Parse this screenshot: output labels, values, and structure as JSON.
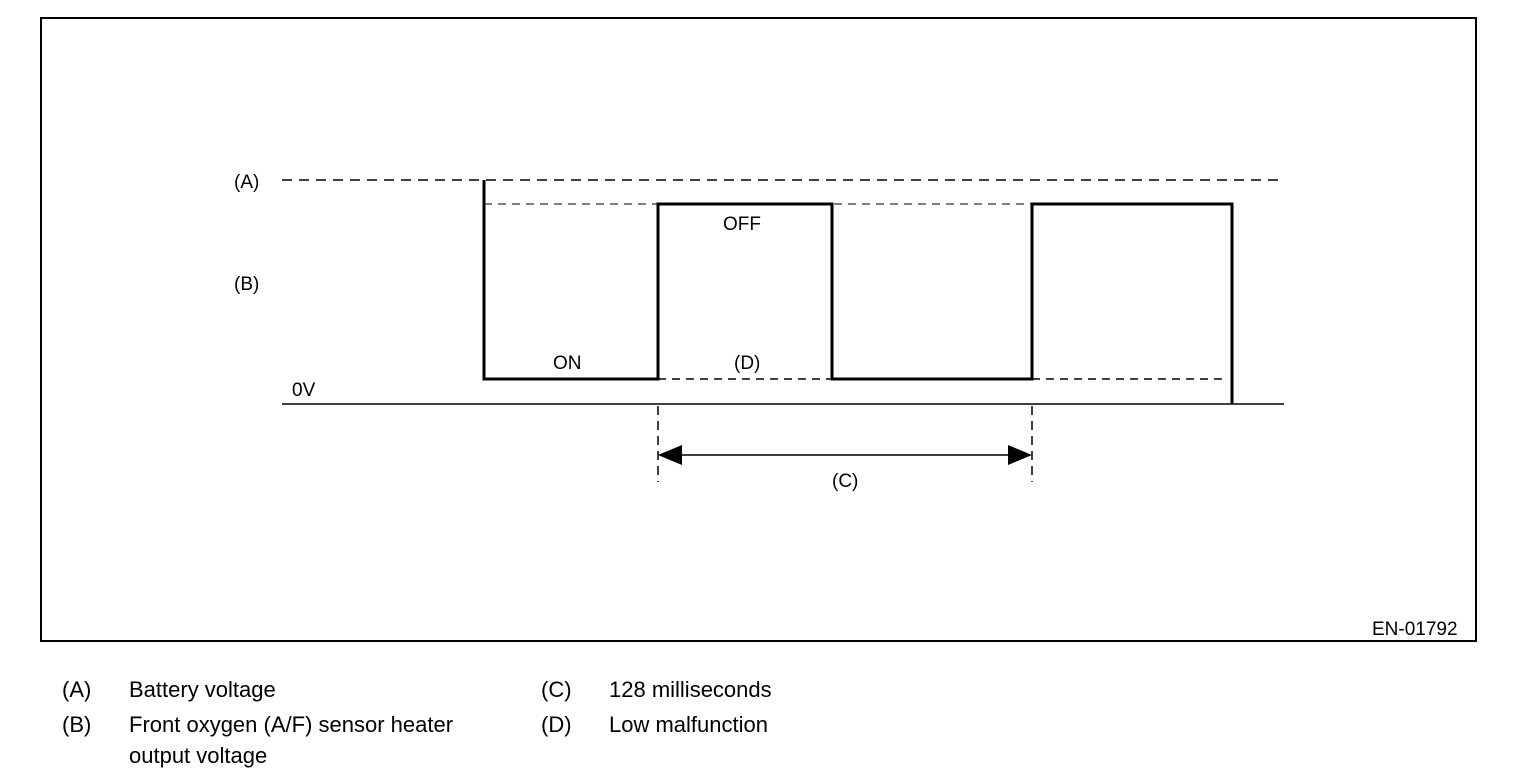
{
  "figure": {
    "code": "EN-01792",
    "labels": {
      "a": "(A)",
      "b": "(B)",
      "c": "(C)",
      "d": "(D)",
      "zero_volt": "0V",
      "on": "ON",
      "off": "OFF"
    }
  },
  "legend": [
    {
      "key": "(A)",
      "lines": [
        "Battery voltage"
      ]
    },
    {
      "key": "(B)",
      "lines": [
        "Front oxygen (A/F) sensor heater",
        "output voltage"
      ]
    },
    {
      "key": "(C)",
      "lines": [
        "128 milliseconds"
      ]
    },
    {
      "key": "(D)",
      "lines": [
        "Low malfunction"
      ]
    }
  ]
}
